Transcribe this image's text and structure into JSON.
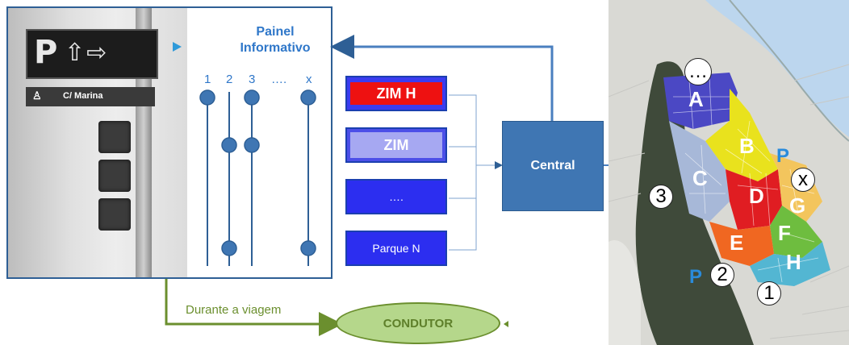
{
  "panel": {
    "title_line1": "Painel",
    "title_line2": "Informativo",
    "columns": [
      "1",
      "2",
      "3",
      "….",
      "x"
    ],
    "sign_symbol": "P",
    "sign_arrows": "⇧⇨",
    "sign_street": "C/ Marina"
  },
  "zones": [
    {
      "label": "ZIM  H",
      "fill": "#ee1111"
    },
    {
      "label": "ZIM",
      "fill": "#a6a8f2"
    },
    {
      "label": "….",
      "fill": "#2c2ef0"
    },
    {
      "label": "Parque N",
      "fill": "#2c2ef0"
    }
  ],
  "central": {
    "label": "Central"
  },
  "trip": {
    "label": "Durante a viagem"
  },
  "driver": {
    "label": "CONDUTOR"
  },
  "map": {
    "zone_labels": [
      "A",
      "B",
      "C",
      "D",
      "E",
      "F",
      "G",
      "H"
    ],
    "markers": [
      "…",
      "x",
      "3",
      "2",
      "1"
    ],
    "parking_symbol": "P"
  },
  "colors": {
    "border_blue": "#2e5f95",
    "central_blue": "#3f76b3",
    "arrow_green": "#6b8f2e",
    "title_blue": "#2f77c9"
  }
}
